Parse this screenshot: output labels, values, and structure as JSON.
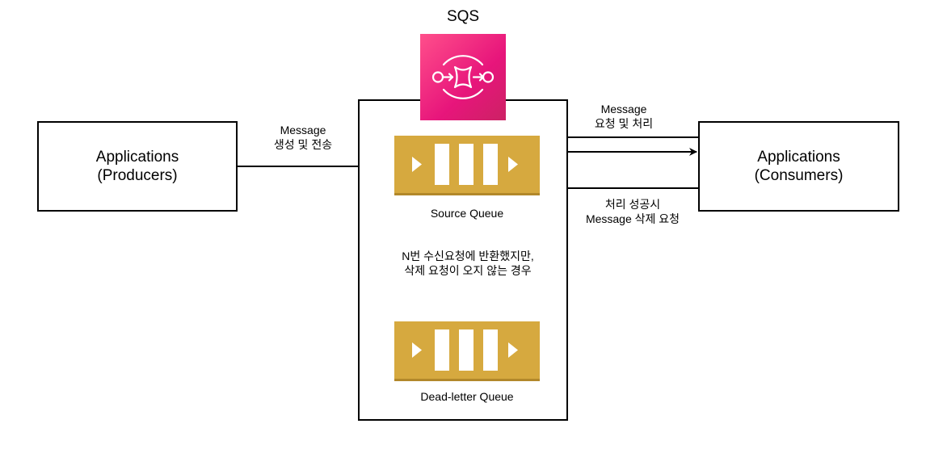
{
  "sqs": {
    "title": "SQS",
    "icon": "sqs-service-icon",
    "icon_color": "#e7157b"
  },
  "producers": {
    "line1": "Applications",
    "line2": "(Producers)"
  },
  "consumers": {
    "line1": "Applications",
    "line2": "(Consumers)"
  },
  "source_queue": {
    "label": "Source Queue",
    "icon": "queue-icon",
    "color": "#d6a93f"
  },
  "dead_letter_queue": {
    "label": "Dead-letter Queue",
    "icon": "queue-icon",
    "color": "#d6a93f"
  },
  "edges": {
    "producer_send": {
      "line1": "Message",
      "line2": "생성 및 전송"
    },
    "consumer_request": {
      "line1": "Message",
      "line2": "요청 및 처리"
    },
    "consumer_delete": {
      "line1": "처리 성공시",
      "line2": "Message 삭제 요청"
    },
    "redrive": {
      "line1": "N번 수신요청에 반환했지만,",
      "line2": "삭제 요청이 오지 않는 경우"
    }
  }
}
